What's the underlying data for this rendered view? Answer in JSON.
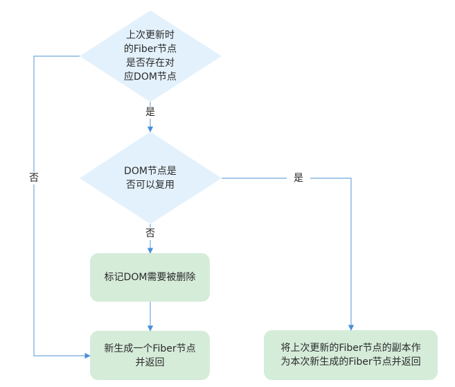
{
  "colors": {
    "decision_fill": "#e3f1fc",
    "process_fill": "#d5ecd9",
    "edge": "#6fa8dc",
    "arrowhead": "#4a90d9",
    "text": "#2a2a2a"
  },
  "nodes": {
    "decision1": {
      "type": "decision",
      "lines": [
        "上次更新时",
        "的Fiber节点",
        "是否存在对",
        "应DOM节点"
      ]
    },
    "decision2": {
      "type": "decision",
      "lines": [
        "DOM节点是",
        "否可以复用"
      ]
    },
    "process_mark_delete": {
      "type": "process",
      "lines": [
        "标记DOM需要被删除"
      ]
    },
    "process_new_fiber": {
      "type": "process",
      "lines": [
        "新生成一个Fiber节点",
        "并返回"
      ]
    },
    "process_clone_fiber": {
      "type": "process",
      "lines": [
        "将上次更新的Fiber节点的副本作",
        "为本次新生成的Fiber节点并返回"
      ]
    }
  },
  "edges": [
    {
      "from": "decision1",
      "to": "decision2",
      "label": "是"
    },
    {
      "from": "decision1",
      "to": "process_new_fiber",
      "label": "否"
    },
    {
      "from": "decision2",
      "to": "process_mark_delete",
      "label": "否"
    },
    {
      "from": "decision2",
      "to": "process_clone_fiber",
      "label": "是"
    },
    {
      "from": "process_mark_delete",
      "to": "process_new_fiber",
      "label": ""
    }
  ],
  "labels": {
    "d1_yes": "是",
    "d1_no": "否",
    "d2_no": "否",
    "d2_yes": "是"
  }
}
